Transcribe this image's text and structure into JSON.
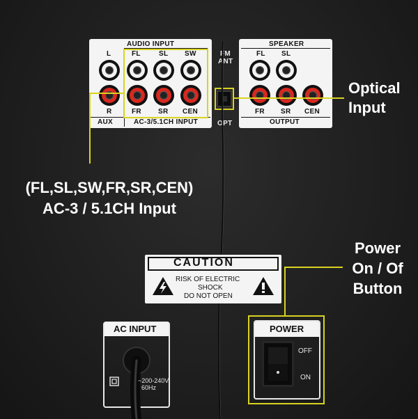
{
  "audio_input": {
    "title": "AUDIO INPUT",
    "aux_top": "L",
    "aux_bottom": "R",
    "aux_label": "AUX",
    "top_labels": [
      "FL",
      "SL",
      "SW"
    ],
    "bottom_labels": [
      "FR",
      "SR",
      "CEN"
    ],
    "section_label": "AC-3/5.1CH INPUT"
  },
  "antenna": {
    "line1": "FM",
    "line2": "ANT",
    "opt_label": "OPT"
  },
  "speaker_output": {
    "title": "SPEAKER",
    "top_labels": [
      "FL",
      "SL"
    ],
    "bottom_labels": [
      "FR",
      "SR",
      "CEN"
    ],
    "section_label": "OUTPUT"
  },
  "callouts": {
    "optical": {
      "line1": "Optical",
      "line2": "Input"
    },
    "ac3": {
      "line1": "(FL,SL,SW,FR,SR,CEN)",
      "line2": "AC-3 / 5.1CH Input"
    },
    "power": {
      "line1": "Power",
      "line2": "On / Of",
      "line3": "Button"
    }
  },
  "caution": {
    "title": "CAUTION",
    "line1": "RISK OF ELECTRIC",
    "line2": "SHOCK",
    "line3": "DO NOT OPEN"
  },
  "ac_input": {
    "title": "AC INPUT",
    "voltage": "~200-240V",
    "freq": "60Hz"
  },
  "power": {
    "title": "POWER",
    "off_label": "OFF",
    "on_label": "ON"
  },
  "colors": {
    "accent": "#d9d321",
    "jack_red": "#d8281f",
    "panel": "#f4f4f4",
    "background": "#1e1e1e"
  },
  "icons": [
    "warning-icon",
    "double-insulation-icon"
  ]
}
